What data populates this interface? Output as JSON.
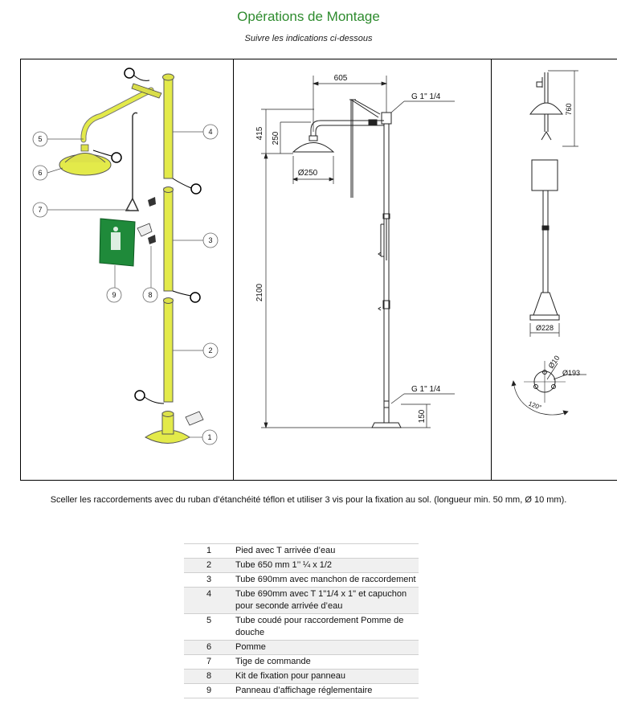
{
  "header": {
    "title": "Opérations de Montage",
    "subtitle": "Suivre les indications ci-dessous"
  },
  "exploded_view": {
    "callouts": [
      "1",
      "2",
      "3",
      "4",
      "5",
      "6",
      "7",
      "8",
      "9"
    ]
  },
  "side_drawing": {
    "dim_width": "605",
    "dim_head_height": "415",
    "dim_pipe_drop": "250",
    "dim_head_diameter": "Ø250",
    "dim_total_height": "2100",
    "dim_base": "150",
    "thread_top": "G 1\" 1/4",
    "thread_bottom": "G 1\" 1/4"
  },
  "front_drawing": {
    "dim_top": "760",
    "dim_base_diameter": "Ø228",
    "dim_hole": "Ø10",
    "dim_bolt_circle": "Ø193",
    "dim_angle": "120°"
  },
  "note": "Sceller les raccordements avec du ruban d’étanchéité téflon et utiliser 3 vis pour la fixation au sol. (longueur min. 50 mm, Ø 10 mm).",
  "parts": [
    {
      "num": "1",
      "desc": "Pied avec T arrivée d’eau"
    },
    {
      "num": "2",
      "desc": "Tube 650 mm 1’’ ¼ x 1/2"
    },
    {
      "num": "3",
      "desc": "Tube 690mm avec manchon de raccordement"
    },
    {
      "num": "4",
      "desc": "Tube 690mm avec T 1\"1/4 x 1\" et capuchon pour seconde arrivée d’eau"
    },
    {
      "num": "5",
      "desc": "Tube coudé pour raccordement Pomme de douche"
    },
    {
      "num": "6",
      "desc": "Pomme"
    },
    {
      "num": "7",
      "desc": "Tige de commande"
    },
    {
      "num": "8",
      "desc": "Kit de fixation pour panneau"
    },
    {
      "num": "9",
      "desc": "Panneau d’affichage réglementaire"
    }
  ],
  "colors": {
    "title_green": "#2e8b2e",
    "part_yellow": "#e3ea4a",
    "sign_green": "#1f8a3a"
  }
}
